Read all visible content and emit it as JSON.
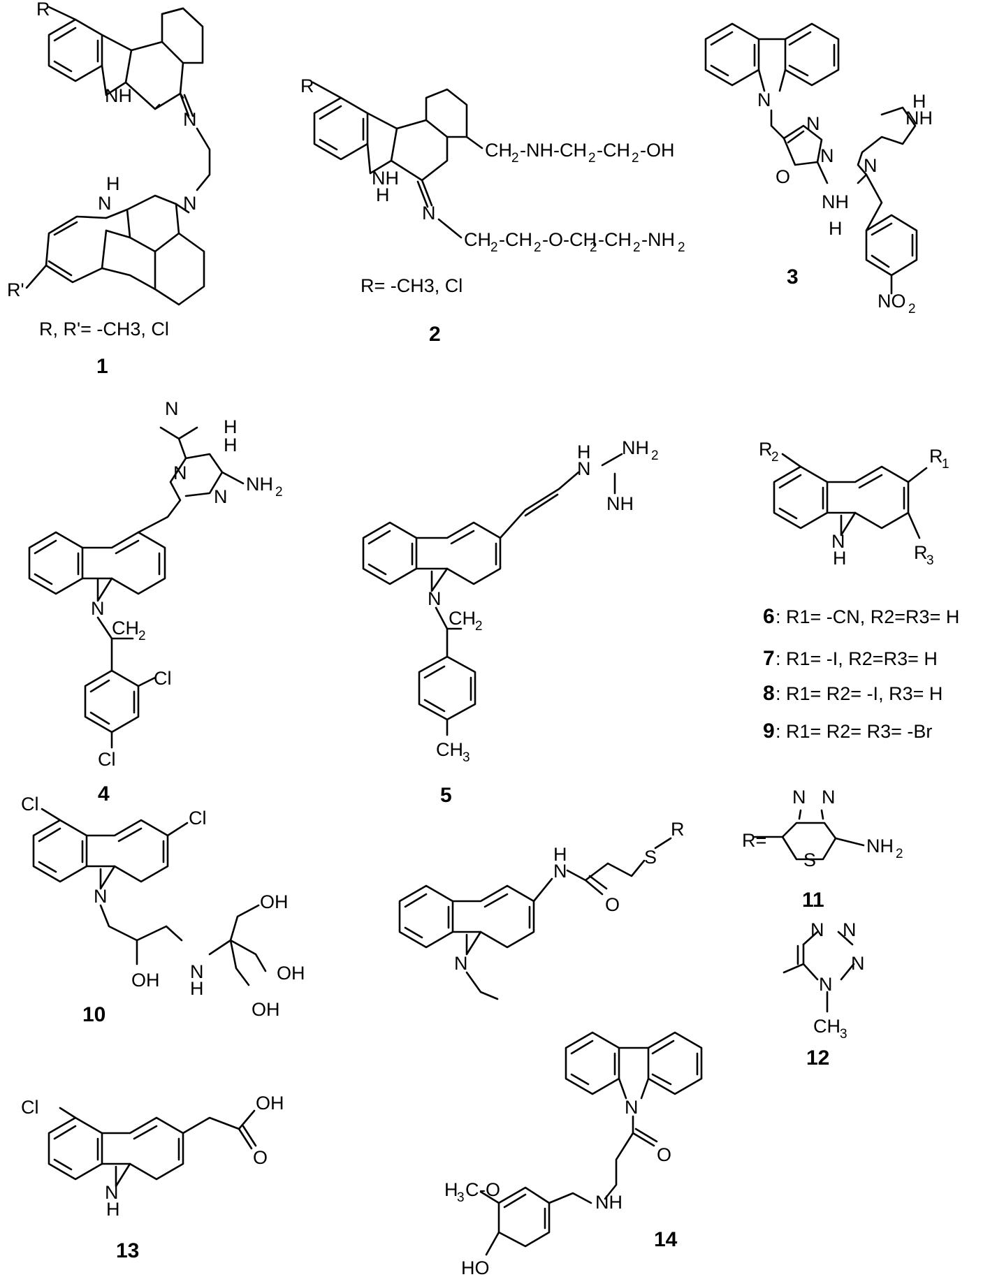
{
  "figure": {
    "compounds": [
      {
        "id": "c1",
        "number": "1",
        "caption": "R, R'= -CH3, Cl"
      },
      {
        "id": "c2",
        "number": "2",
        "caption": "R= -CH3, Cl"
      },
      {
        "id": "c3",
        "number": "3",
        "caption": ""
      },
      {
        "id": "c4",
        "number": "4",
        "caption": ""
      },
      {
        "id": "c5",
        "number": "5",
        "caption": ""
      },
      {
        "id": "c6",
        "number": "6",
        "caption": ": R1= -CN, R2=R3= H"
      },
      {
        "id": "c7",
        "number": "7",
        "caption": ": R1= -I, R2=R3= H"
      },
      {
        "id": "c8",
        "number": "8",
        "caption": ": R1= R2= -I, R3= H"
      },
      {
        "id": "c9",
        "number": "9",
        "caption": ": R1= R2= R3= -Br"
      },
      {
        "id": "c10",
        "number": "10",
        "caption": ""
      },
      {
        "id": "c11",
        "number": "11",
        "caption": "R="
      },
      {
        "id": "c12",
        "number": "12",
        "caption": ""
      },
      {
        "id": "c13",
        "number": "13",
        "caption": ""
      },
      {
        "id": "c14",
        "number": "14",
        "caption": ""
      }
    ],
    "labels": {
      "R": "R",
      "Rp": "R'",
      "NH": "NH",
      "N": "N",
      "H": "H",
      "O": "O",
      "S": "S",
      "Cl": "Cl",
      "OH": "OH",
      "HO": "HO",
      "NH2": "NH",
      "two": "2",
      "three": "3",
      "one": "1",
      "CH": "CH",
      "NO": "NO",
      "H3C": "H",
      "C": "C",
      "chain2a_1": "-NH-CH",
      "chain2a_2": "-CH",
      "chain2a_3": "-OH",
      "chain2b_1": "-CH",
      "chain2b_2": "-O-CH",
      "chain2b_3": "-CH",
      "chain2b_4": "-NH",
      "minusO": "-O",
      "R1": "R",
      "R2": "R",
      "R3": "R"
    }
  }
}
